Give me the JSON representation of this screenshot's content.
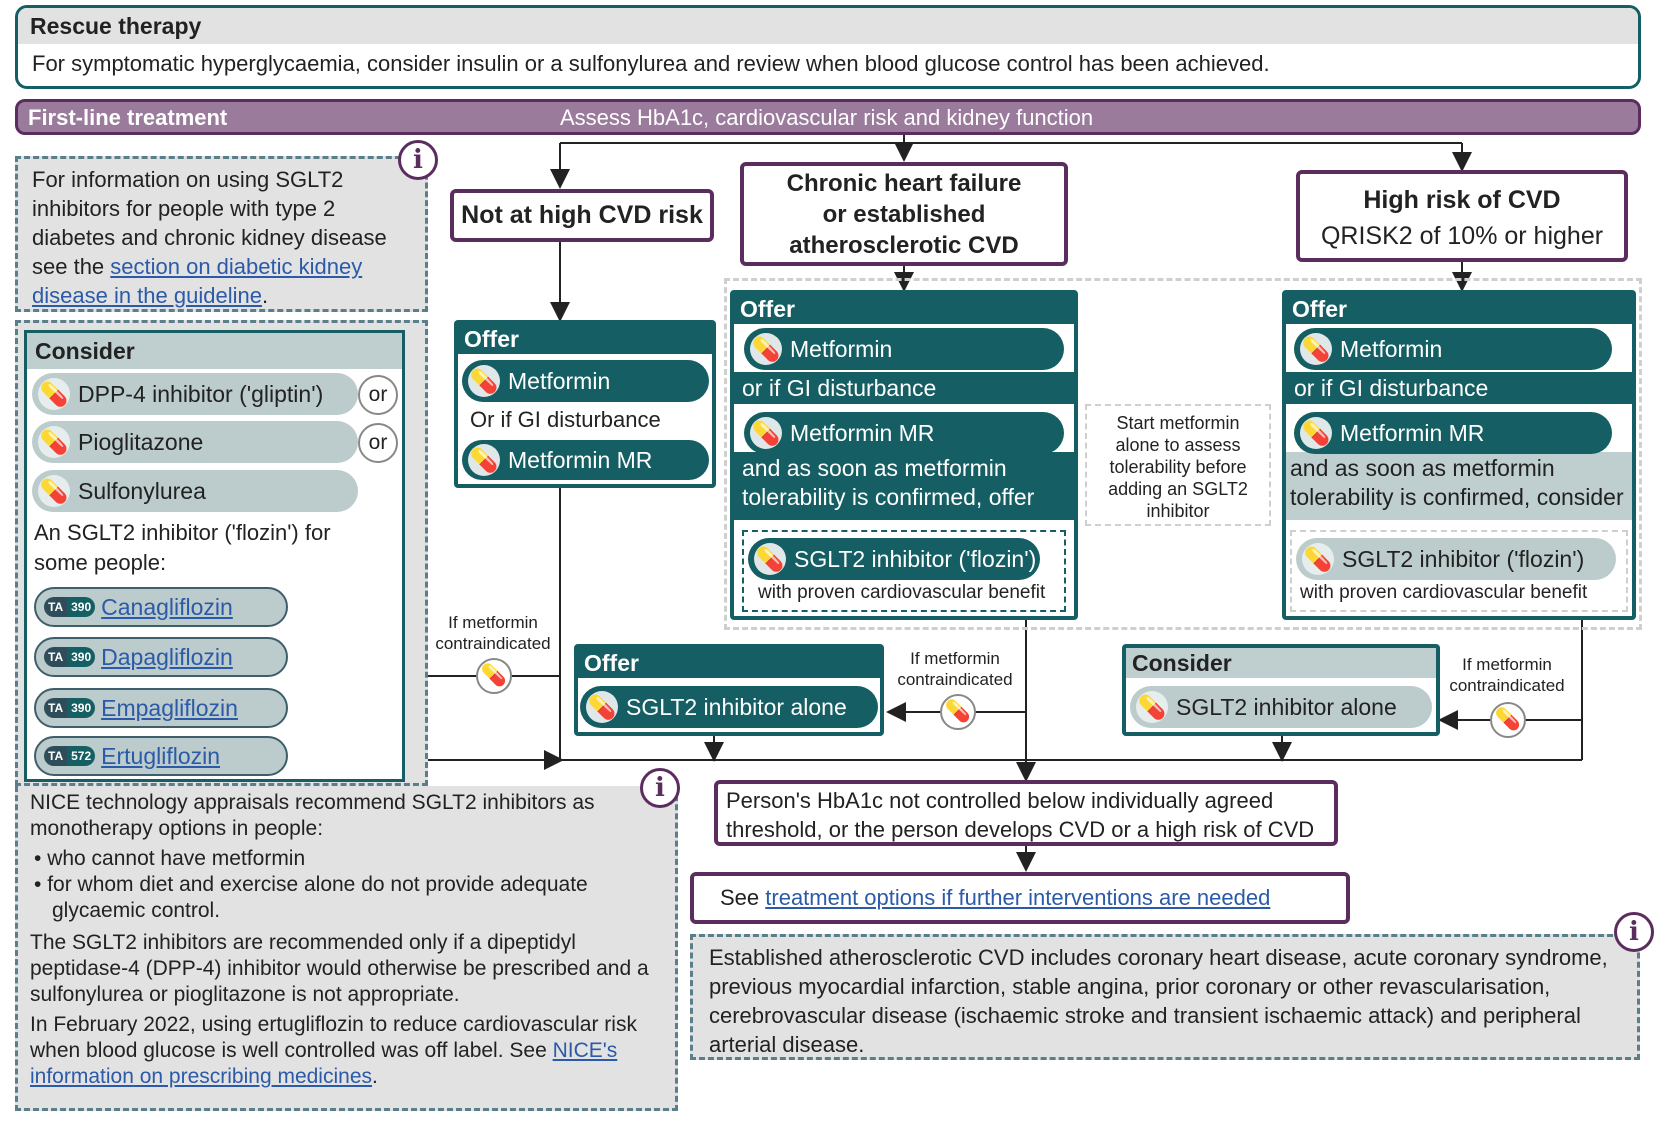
{
  "rescue": {
    "title": "Rescue therapy",
    "text": "For symptomatic hyperglycaemia, consider insulin or a sulfonylurea and review when blood glucose control has been achieved."
  },
  "first_line": {
    "label": "First-line treatment",
    "assess": "Assess HbA1c, cardiovascular risk and kidney function"
  },
  "info_sglt2_ckd": {
    "text": "For information on using SGLT2 inhibitors for people with type 2 diabetes and chronic kidney disease see the ",
    "link": "section on diabetic kidney disease in the guideline",
    "tail": "."
  },
  "consider_panel": {
    "header": "Consider",
    "options": [
      "DPP-4 inhibitor ('gliptin')",
      "Pioglitazone",
      "Sulfonylurea"
    ],
    "or_label": "or",
    "sglt2_text": "An SGLT2 inhibitor ('flozin') for some people:",
    "drugs": [
      {
        "ta": "TA",
        "num": "390",
        "name": "Canagliflozin"
      },
      {
        "ta": "TA",
        "num": "390",
        "name": "Dapagliflozin"
      },
      {
        "ta": "TA",
        "num": "390",
        "name": "Empagliflozin"
      },
      {
        "ta": "TA",
        "num": "572",
        "name": "Ertugliflozin"
      }
    ]
  },
  "nice_note": {
    "intro": "NICE technology appraisals recommend SGLT2 inhibitors as monotherapy options in people:",
    "bullets": [
      "who cannot have metformin",
      "for whom diet and exercise alone do not provide adequate glycaemic control."
    ],
    "para2": "The SGLT2 inhibitors are recommended only if a dipeptidyl peptidase-4 (DPP-4) inhibitor would otherwise be prescribed and a sulfonylurea or pioglitazone is not appropriate.",
    "para3": "In February 2022, using ertugliflozin to reduce cardiovascular risk when blood glucose is well controlled was off label. See ",
    "link": "NICE's information on prescribing medicines",
    "tail": "."
  },
  "col_not_high": {
    "title": "Not at high CVD risk",
    "offer": "Offer",
    "metformin": "Metformin",
    "gi": "Or if GI disturbance",
    "metformin_mr": "Metformin MR"
  },
  "col_chf": {
    "title": "Chronic heart failure or established atherosclerotic CVD",
    "offer": "Offer",
    "metformin": "Metformin",
    "gi": "or if GI disturbance",
    "metformin_mr": "Metformin MR",
    "tolerability": "and as soon as metformin tolerability is confirmed, offer",
    "sglt2": "SGLT2 inhibitor ('flozin')",
    "proven": "with proven cardiovascular benefit"
  },
  "start_metformin_note": "Start metformin alone to assess tolerability before adding an SGLT2 inhibitor",
  "col_high": {
    "title": "High risk of CVD",
    "subtitle": "QRISK2 of 10% or higher",
    "offer": "Offer",
    "metformin": "Metformin",
    "gi": "or if GI disturbance",
    "metformin_mr": "Metformin MR",
    "tolerability": "and as soon as metformin tolerability is confirmed, consider",
    "sglt2": "SGLT2 inhibitor ('flozin')",
    "proven": "with proven cardiovascular benefit"
  },
  "contraindicated_label": "If metformin contraindicated",
  "offer_alone": {
    "header": "Offer",
    "pill": "SGLT2 inhibitor alone"
  },
  "consider_alone": {
    "header": "Consider",
    "pill": "SGLT2 inhibitor alone"
  },
  "not_controlled": "Person's HbA1c not controlled below individually agreed threshold, or the person develops CVD or a high risk of CVD",
  "see_further": {
    "prefix": "See ",
    "link": "treatment options if further interventions are needed"
  },
  "established_note": "Established atherosclerotic CVD includes coronary heart disease, acute coronary syndrome, previous myocardial infarction, stable angina, prior coronary or other revascularisation, cerebrovascular disease (ischaemic stroke and transient ischaemic attack) and peripheral arterial disease.",
  "icons": {
    "info": "i",
    "pill": "pill-icon",
    "no_metformin": "no-metformin-icon"
  },
  "colors": {
    "teal": "#155e63",
    "purple": "#5b2d5e",
    "purple_bar": "#9a7b9c",
    "grey_note": "#e2e2e2",
    "light_pill": "#bccbcc",
    "link": "#2b5aa8"
  }
}
